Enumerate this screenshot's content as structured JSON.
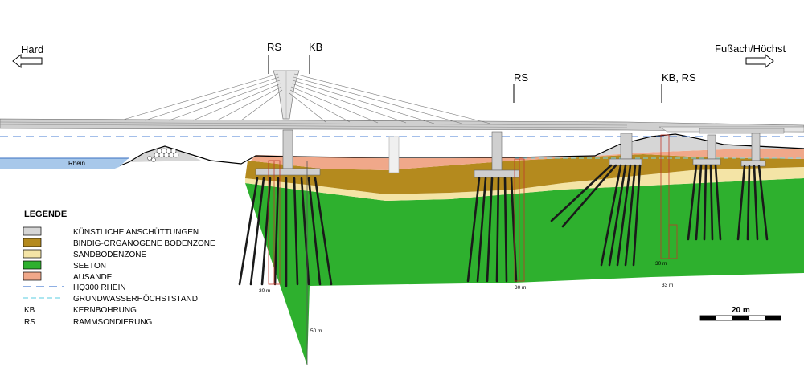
{
  "directions": {
    "left": "Hard",
    "right": "Fußach/Höchst"
  },
  "probes": [
    {
      "label": "RS",
      "kind": "rs"
    },
    {
      "label": "KB",
      "kind": "kb"
    },
    {
      "label": "RS",
      "kind": "rs"
    },
    {
      "label": "KB, RS",
      "kind": "kbrs"
    }
  ],
  "water_label": "Rhein",
  "depth_labels": [
    "30 m",
    "50 m",
    "30 m",
    "30 m",
    "33 m"
  ],
  "legend": {
    "title": "LEGENDE",
    "items": [
      {
        "type": "swatch",
        "color": "#d6d6d6",
        "label": "KÜNSTLICHE ANSCHÜTTUNGEN"
      },
      {
        "type": "swatch",
        "color": "#b48a1e",
        "label": "BINDIG-ORGANOGENE BODENZONE"
      },
      {
        "type": "swatch",
        "color": "#f4e4a6",
        "label": "SANDBODENZONE"
      },
      {
        "type": "swatch",
        "color": "#2eb02e",
        "label": "SEETON"
      },
      {
        "type": "swatch",
        "color": "#f0a88a",
        "label": "AUSANDE"
      },
      {
        "type": "line",
        "color": "#4a7fd4",
        "dash": "10,6",
        "label": "HQ300 RHEIN"
      },
      {
        "type": "line",
        "color": "#7ad8e8",
        "dash": "6,4",
        "label": "GRUNDWASSERHÖCHSTSTAND"
      },
      {
        "type": "abbr",
        "abbr": "KB",
        "label": "KERNBOHRUNG"
      },
      {
        "type": "abbr",
        "abbr": "RS",
        "label": "RAMMSONDIERUNG"
      }
    ]
  },
  "scale_bar": {
    "label": "20 m",
    "segments": 5
  },
  "colors": {
    "seeton": "#2eb02e",
    "sand": "#f4e4a6",
    "bindig": "#b48a1e",
    "ausande": "#f0a88a",
    "fill": "#d6d6d6",
    "water": "#a8c8ea",
    "deck": "#c8c8c8",
    "boring": "#c0392b"
  }
}
